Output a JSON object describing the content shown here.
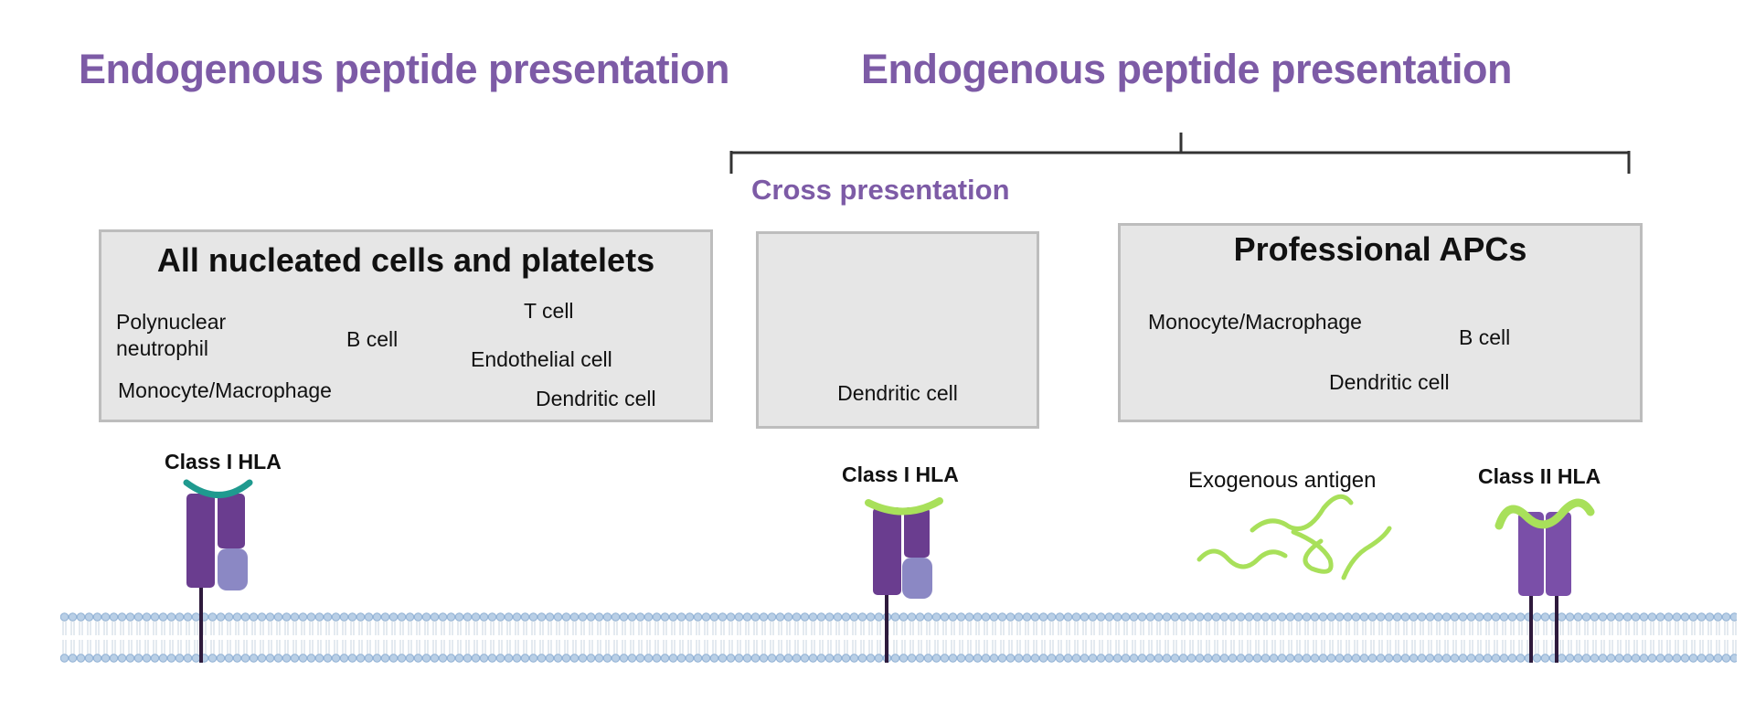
{
  "headings": {
    "left": "Endogenous peptide presentation",
    "right": "Endogenous peptide presentation",
    "cross": "Cross presentation"
  },
  "box_nucleated": {
    "title": "All nucleated cells and platelets",
    "cells": [
      "Polynuclear\nneutrophil",
      "B cell",
      "T cell",
      "Endothelial cell",
      "Monocyte/Macrophage",
      "Dendritic cell"
    ]
  },
  "box_dendritic": {
    "cells": [
      "Dendritic cell"
    ]
  },
  "box_professional": {
    "title": "Professional APCs",
    "cells": [
      "Monocyte/Macrophage",
      "B cell",
      "Dendritic cell"
    ]
  },
  "receptors": {
    "left": "Class I HLA",
    "middle": "Class I HLA",
    "right": "Class II HLA",
    "antigen": "Exogenous antigen"
  },
  "colors": {
    "heading": "#7d5ba6",
    "receptor_dark": "#6a3d8f",
    "receptor_light": "#8b88c4",
    "peptide_teal": "#1f9a8f",
    "peptide_green": "#a8e05a",
    "membrane": "#b9cfe6",
    "dendritic_cell": "#b9b2e4"
  }
}
